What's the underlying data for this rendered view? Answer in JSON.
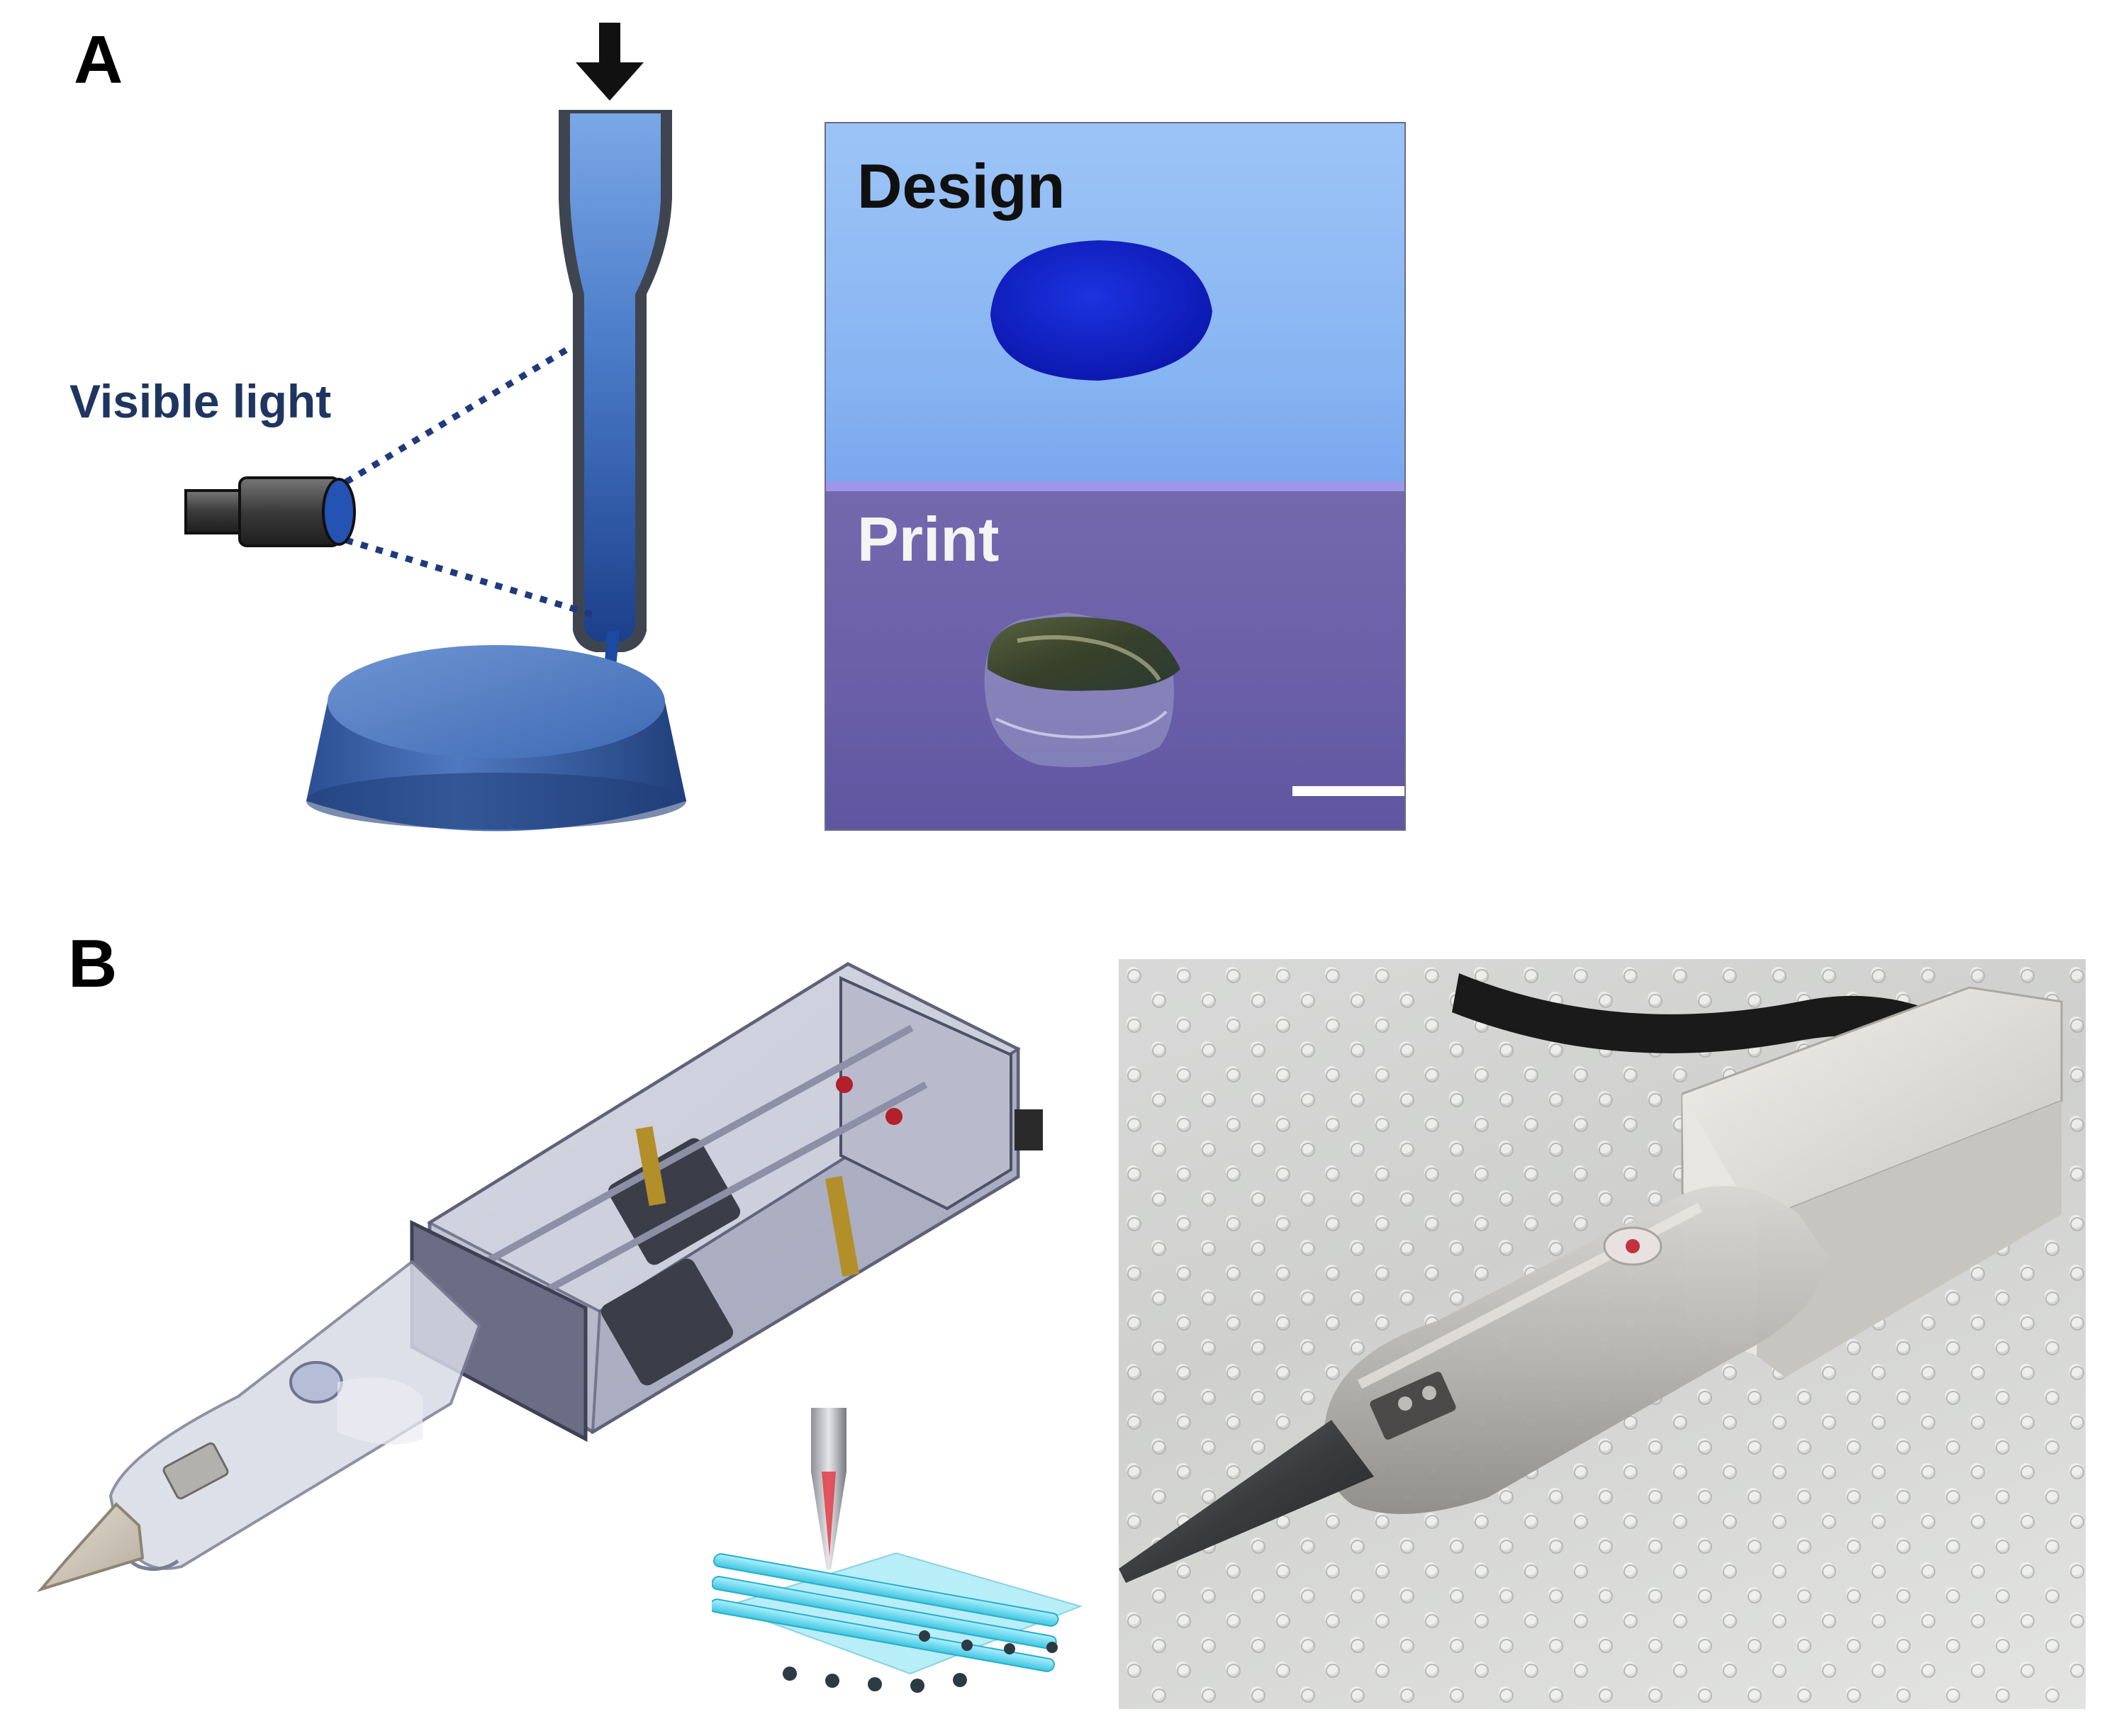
{
  "panels": {
    "a": {
      "letter": "A",
      "light_label": "Visible light",
      "design_label": "Design",
      "print_label": "Print",
      "colors": {
        "nozzle": "#4a7bc8",
        "ink": "#1c4aa0",
        "design_shape": "#0d1fc9",
        "design_bg": "#8fbdf5",
        "print_bg": "#6a5ea8"
      }
    },
    "b": {
      "letter": "B"
    }
  }
}
